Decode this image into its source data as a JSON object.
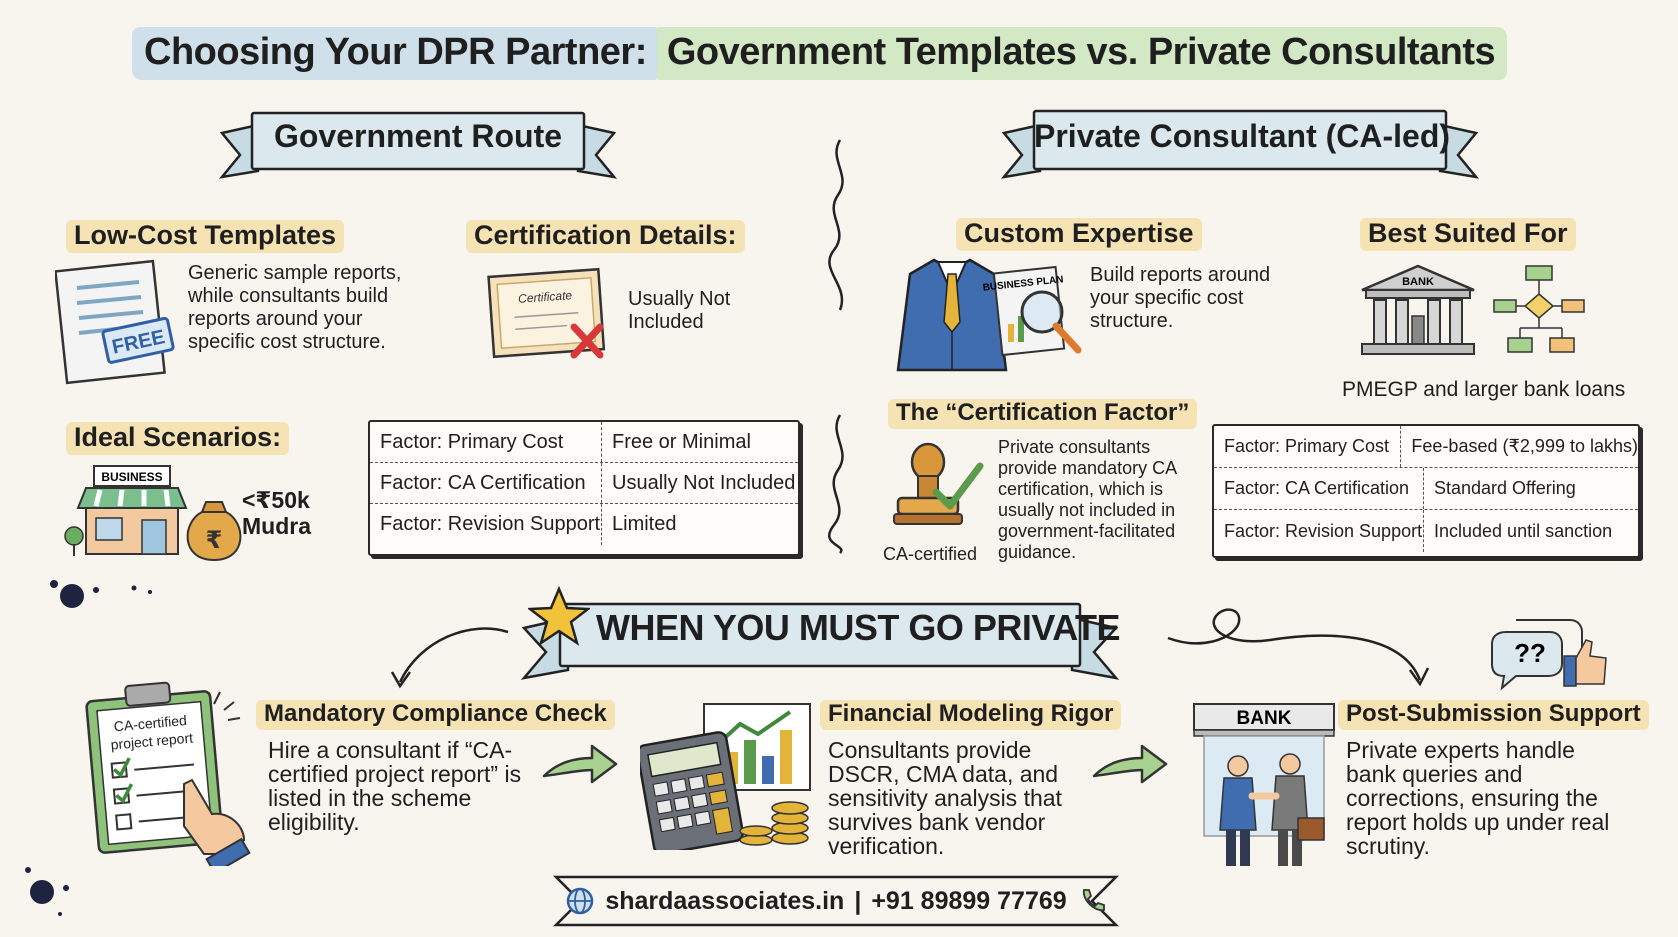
{
  "title": {
    "part1": "Choosing Your DPR Partner:",
    "part2": "Government Templates vs. Private Consultants"
  },
  "government": {
    "banner": "Government Route",
    "low_cost": {
      "heading": "Low-Cost Templates",
      "text": "Generic sample reports, while consultants build reports around your specific cost structure.",
      "icon_label": "FREE"
    },
    "certification": {
      "heading": "Certification Details:",
      "text": "Usually Not Included",
      "icon_label": "Certificate"
    },
    "ideal": {
      "heading": "Ideal Scenarios:",
      "shop_label": "BUSINESS",
      "amount": "<₹50k",
      "scheme": "Mudra"
    },
    "table": [
      {
        "factor": "Factor: Primary Cost",
        "value": "Free or Minimal"
      },
      {
        "factor": "Factor: CA Certification",
        "value": "Usually Not Included"
      },
      {
        "factor": "Factor: Revision Support",
        "value": "Limited"
      }
    ]
  },
  "private": {
    "banner": "Private Consultant (CA-led)",
    "custom": {
      "heading": "Custom Expertise",
      "text": "Build reports around your specific cost structure.",
      "doc_label": "BUSINESS PLAN"
    },
    "best": {
      "heading": "Best Suited For",
      "bank_label": "BANK",
      "text": "PMEGP and larger bank loans"
    },
    "cert_factor": {
      "heading": "The “Certification Factor”",
      "text": "Private consultants provide mandatory CA certification, which is usually not included in government-facilitated guidance.",
      "stamp_label": "CA-certified"
    },
    "table": [
      {
        "factor": "Factor: Primary Cost",
        "value": "Fee-based (₹2,999 to lakhs)"
      },
      {
        "factor": "Factor: CA Certification",
        "value": "Standard Offering"
      },
      {
        "factor": "Factor: Revision Support",
        "value": "Included until sanction"
      }
    ]
  },
  "must_private": {
    "banner": "WHEN YOU MUST GO PRIVATE",
    "compliance": {
      "heading": "Mandatory Compliance Check",
      "text": "Hire a consultant if “CA-certified project report” is listed in the scheme eligibility.",
      "clipboard_label": "CA-certified project report"
    },
    "modeling": {
      "heading": "Financial Modeling Rigor",
      "text": "Consultants provide DSCR, CMA data, and sensitivity analysis that survives bank vendor verification."
    },
    "support": {
      "heading": "Post-Submission Support",
      "text": "Private experts handle bank queries and corrections, ensuring the report holds up under real scrutiny.",
      "bank_label": "BANK",
      "bubble": "??"
    }
  },
  "footer": {
    "website": "shardaassociates.in",
    "separator": "|",
    "phone": "+91 89899 77769"
  },
  "colors": {
    "title_blue": "#cfe0ea",
    "title_green": "#d3e8c5",
    "banner_fill": "#dbe8ee",
    "highlight": "#f6e3b4",
    "accent_red": "#d9383a",
    "accent_green": "#5a9c4b"
  },
  "icons": [
    "globe-icon",
    "phone-icon",
    "star-icon",
    "bank-icon",
    "flowchart-icon",
    "suit-icon",
    "magnifier-icon",
    "stamp-icon",
    "calculator-icon",
    "handshake-icon",
    "thumbs-up-icon",
    "clipboard-icon",
    "moneybag-icon",
    "shop-icon",
    "certificate-icon",
    "document-icon"
  ]
}
